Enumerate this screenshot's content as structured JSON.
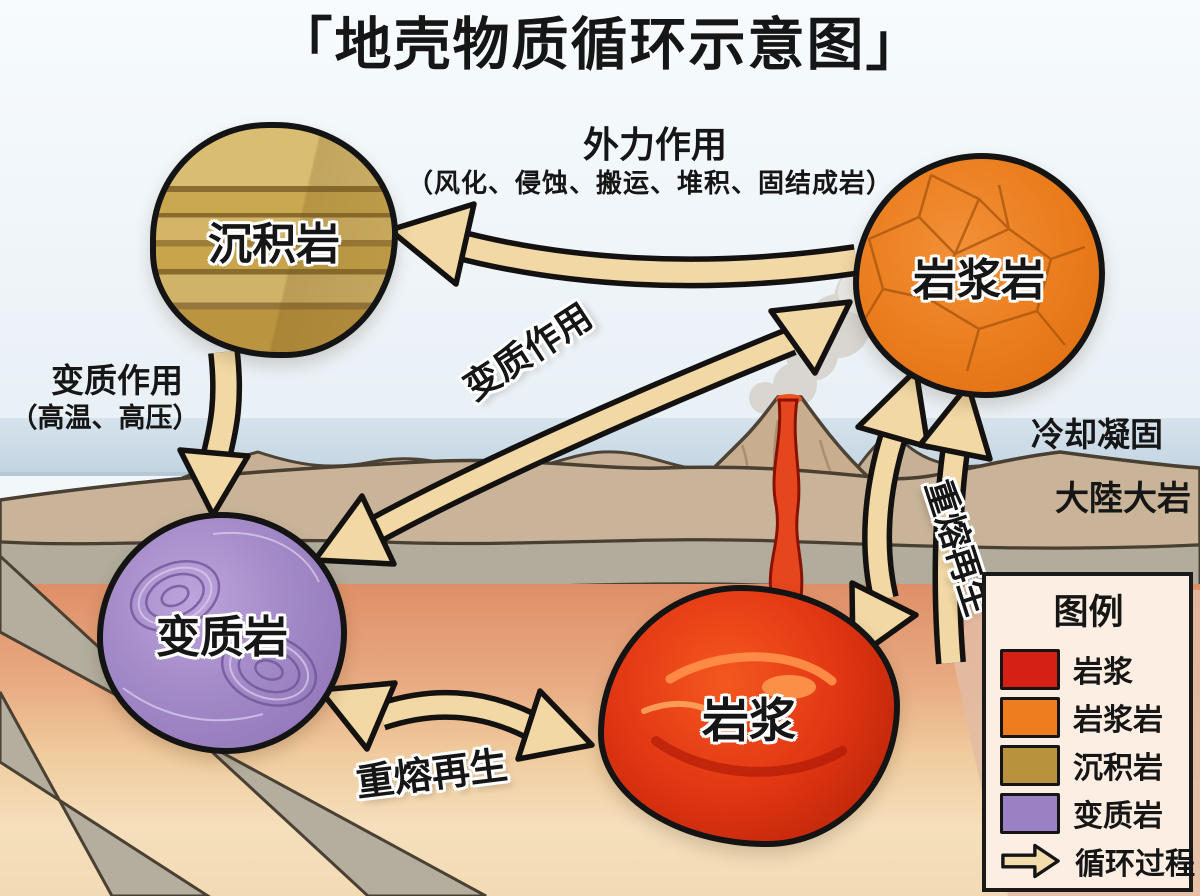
{
  "title": "「地壳物质循环示意图」",
  "nodes": {
    "sedimentary": {
      "label": "沉积岩"
    },
    "igneous": {
      "label": "岩浆岩"
    },
    "metamorphic": {
      "label": "变质岩"
    },
    "magma": {
      "label": "岩浆"
    }
  },
  "labels": {
    "external_force_main": "外力作用",
    "external_force_detail": "（风化、侵蚀、搬运、堆积、固结成岩）",
    "metamorphism_main": "变质作用",
    "metamorphism_detail": "（高温、高压）",
    "metamorphism_diagonal": "变质作用",
    "cooling_solidify": "冷却凝固",
    "remelt_right": "重熔再生",
    "remelt_bottom": "重熔再生",
    "continental_rock": "大陸大岩"
  },
  "legend": {
    "title": "图例",
    "items": [
      {
        "label": "岩浆",
        "color": "#d42015"
      },
      {
        "label": "岩浆岩",
        "color": "#ee7d1f"
      },
      {
        "label": "沉积岩",
        "color": "#b8923c"
      },
      {
        "label": "变质岩",
        "color": "#9c80c4"
      }
    ],
    "process_item": {
      "label": "循环过程",
      "color": "#f2dcae"
    }
  },
  "colors": {
    "arrow_fill": "#f1d8a4",
    "arrow_outline": "#141210"
  }
}
